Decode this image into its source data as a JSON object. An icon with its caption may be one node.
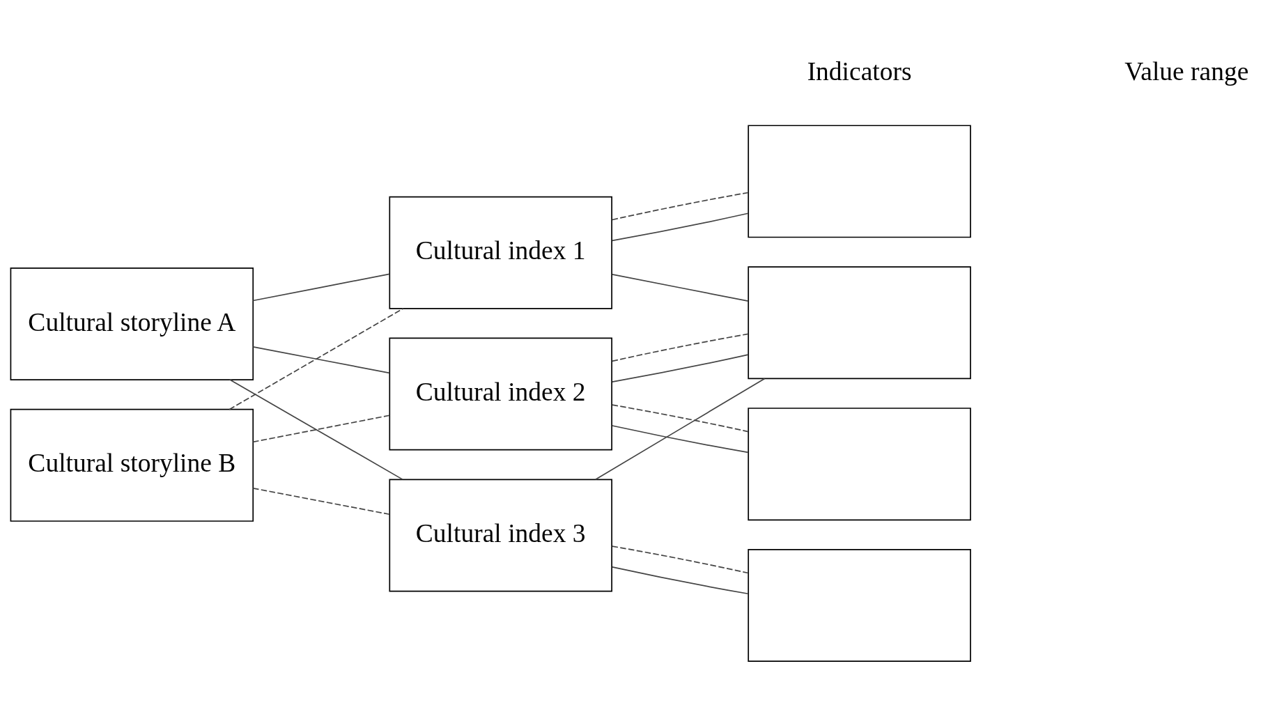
{
  "diagram": {
    "nodes": [
      {
        "text": [
          "Cultural storyline A"
        ]
      },
      {
        "text": [
          "Cultural storyline B"
        ]
      },
      {
        "text": [
          "Cultural index 1"
        ]
      },
      {
        "text": [
          "Cultural index 2"
        ]
      },
      {
        "text": [
          "Cultural index 3"
        ]
      },
      {
        "text": [],
        "shape": "box"
      },
      {
        "text": [],
        "shape": "box"
      },
      {
        "text": [],
        "shape": "box"
      },
      {
        "text": [],
        "shape": "box"
      }
    ],
    "edges": [
      {
        "from": 0,
        "to": 2,
        "arrow": "none"
      },
      {
        "from": 0,
        "to": 3,
        "arrow": "none"
      },
      {
        "from": 0,
        "to": 4,
        "arrow": "none"
      },
      {
        "from": 1,
        "to": 2,
        "arrow": "none",
        "style": "dashed"
      },
      {
        "from": 1,
        "to": 3,
        "arrow": "none",
        "style": "dashed"
      },
      {
        "from": 1,
        "to": 4,
        "arrow": "none",
        "style": "dashed"
      },
      {
        "from": 2,
        "to": 5,
        "arrow": "none"
      },
      {
        "from": 2,
        "to": 5,
        "arrow": "none",
        "style": "dashed"
      },
      {
        "from": 2,
        "to": 6,
        "arrow": "none"
      },
      {
        "from": 3,
        "to": 6,
        "arrow": "none"
      },
      {
        "from": 3,
        "to": 6,
        "arrow": "none",
        "style": "dashed"
      },
      {
        "from": 3,
        "to": 7,
        "arrow": "none"
      },
      {
        "from": 3,
        "to": 7,
        "arrow": "none",
        "style": "dashed"
      },
      {
        "from": 4,
        "to": 6,
        "arrow": "none"
      },
      {
        "from": 4,
        "to": 8,
        "arrow": "none"
      },
      {
        "from": 4,
        "to": 8,
        "arrow": "none",
        "style": "dashed"
      }
    ],
    "labels": [
      "Indicators",
      "Value range"
    ]
  }
}
